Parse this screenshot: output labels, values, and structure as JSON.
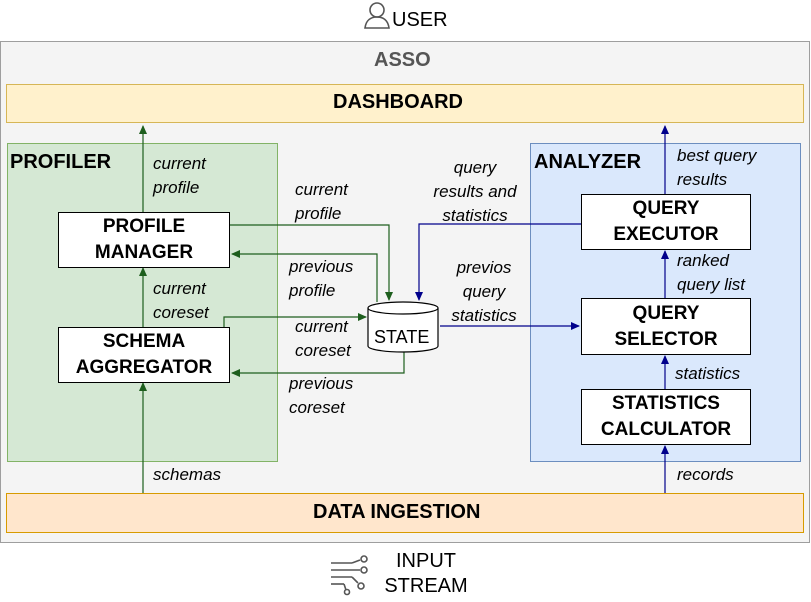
{
  "user": {
    "label": "USER",
    "icon": "user-icon"
  },
  "asso": {
    "title": "ASSO"
  },
  "dashboard": {
    "label": "DASHBOARD"
  },
  "data_ingestion": {
    "label": "DATA INGESTION"
  },
  "input_stream": {
    "line1": "INPUT",
    "line2": "STREAM",
    "icon": "stream-icon"
  },
  "profiler": {
    "title": "PROFILER",
    "profile_manager": {
      "line1": "PROFILE",
      "line2": "MANAGER"
    },
    "schema_aggregator": {
      "line1": "SCHEMA",
      "line2": "AGGREGATOR"
    }
  },
  "analyzer": {
    "title": "ANALYZER",
    "query_executor": {
      "line1": "QUERY",
      "line2": "EXECUTOR"
    },
    "query_selector": {
      "line1": "QUERY",
      "line2": "SELECTOR"
    },
    "statistics_calculator": {
      "line1": "STATISTICS",
      "line2": "CALCULATOR"
    }
  },
  "state": {
    "label": "STATE"
  },
  "edge_labels": {
    "current_profile_up": {
      "line1": "current",
      "line2": "profile"
    },
    "current_profile_state": {
      "line1": "current",
      "line2": "profile"
    },
    "previous_profile": {
      "line1": "previous",
      "line2": "profile"
    },
    "current_coreset_up": {
      "line1": "current",
      "line2": "coreset"
    },
    "current_coreset_state": {
      "line1": "current",
      "line2": "coreset"
    },
    "previous_coreset": {
      "line1": "previous",
      "line2": "coreset"
    },
    "schemas": "schemas",
    "query_results": {
      "line1": "query",
      "line2": "results and",
      "line3": "statistics"
    },
    "previos_query_statistics": {
      "line1": "previos",
      "line2": "query",
      "line3": "statistics"
    },
    "best_query_results": {
      "line1": "best query",
      "line2": "results"
    },
    "ranked_query_list": {
      "line1": "ranked",
      "line2": "query list"
    },
    "statistics": "statistics",
    "records": "records"
  },
  "colors": {
    "green_arrow": "#1d5e1d",
    "blue_arrow": "#00008b",
    "asso_bg": "#f4f4f4",
    "dashboard_bg": "#fff1cc",
    "ingestion_bg": "#ffe6cc",
    "profiler_bg": "#d5e8d4",
    "analyzer_bg": "#dae8fc"
  }
}
